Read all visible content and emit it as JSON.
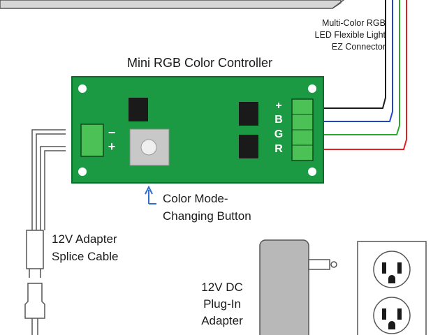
{
  "controller_title": "Mini RGB Color Controller",
  "strip_label": [
    "Multi-Color RGB",
    "LED Flexible Light",
    "EZ Connector"
  ],
  "terminal_labels": [
    "+",
    "B",
    "G",
    "R"
  ],
  "power_labels": [
    "−",
    "+"
  ],
  "button_label": [
    "Color Mode-",
    "Changing Button"
  ],
  "splice_cable_label": [
    "12V Adapter",
    "Splice Cable"
  ],
  "dc_adapter_label": [
    "12V DC",
    "Plug-In",
    "Adapter"
  ],
  "colors": {
    "board_green": "#1c9a43",
    "board_border": "#0c6e2a",
    "terminal_green": "#4cc256",
    "wire_black": "#1a1a1a",
    "wire_blue": "#2244cc",
    "wire_green": "#2aa82a",
    "wire_red": "#e02020",
    "arrow_blue": "#2e6fd0",
    "adapter_gray": "#b8b8b8"
  }
}
